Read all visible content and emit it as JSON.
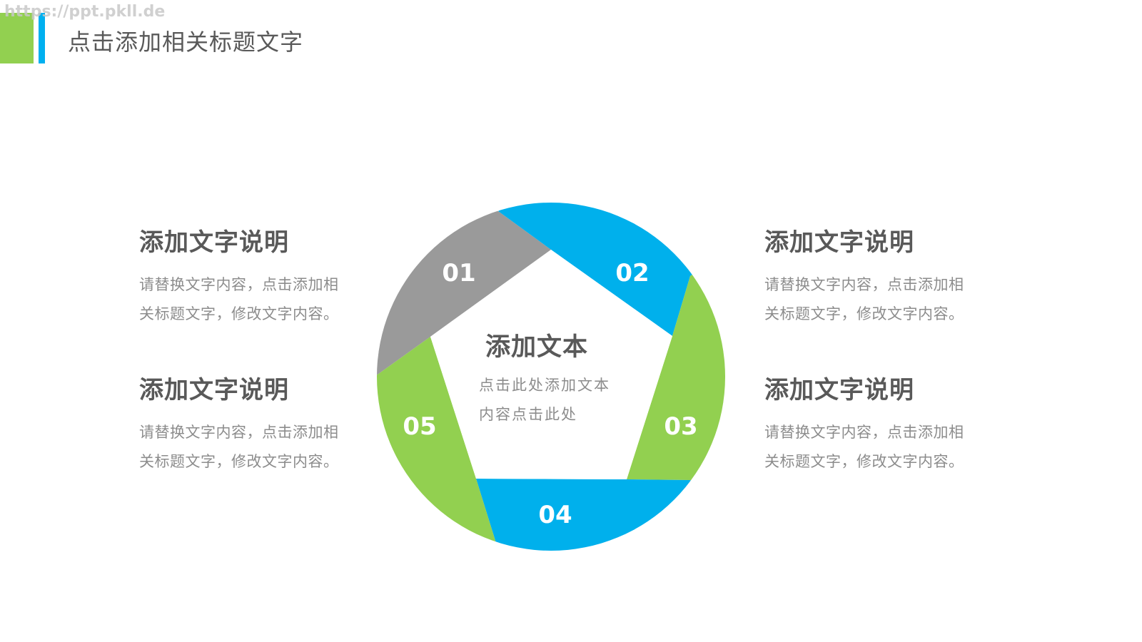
{
  "watermark": "https://ppt.pkll.de",
  "header": {
    "title": "点击添加相关标题文字",
    "accent_colors": {
      "green": "#92d050",
      "blue": "#00b0f0"
    }
  },
  "blocks": [
    {
      "heading": "添加文字说明",
      "body_line1": "请替换文字内容，点击添加相",
      "body_line2": "关标题文字，修改文字内容。"
    },
    {
      "heading": "添加文字说明",
      "body_line1": "请替换文字内容，点击添加相",
      "body_line2": "关标题文字，修改文字内容。"
    },
    {
      "heading": "添加文字说明",
      "body_line1": "请替换文字内容，点击添加相",
      "body_line2": "关标题文字，修改文字内容。"
    },
    {
      "heading": "添加文字说明",
      "body_line1": "请替换文字内容，点击添加相",
      "body_line2": "关标题文字，修改文字内容。"
    }
  ],
  "diagram": {
    "center": {
      "title": "添加文本",
      "body_line1": "点击此处添加文本",
      "body_line2": "内容点击此处"
    },
    "segments": [
      {
        "label": "01",
        "color": "#9a9a9a"
      },
      {
        "label": "02",
        "color": "#00b0ec"
      },
      {
        "label": "03",
        "color": "#92d050"
      },
      {
        "label": "04",
        "color": "#00b0ec"
      },
      {
        "label": "05",
        "color": "#92d050"
      }
    ]
  }
}
